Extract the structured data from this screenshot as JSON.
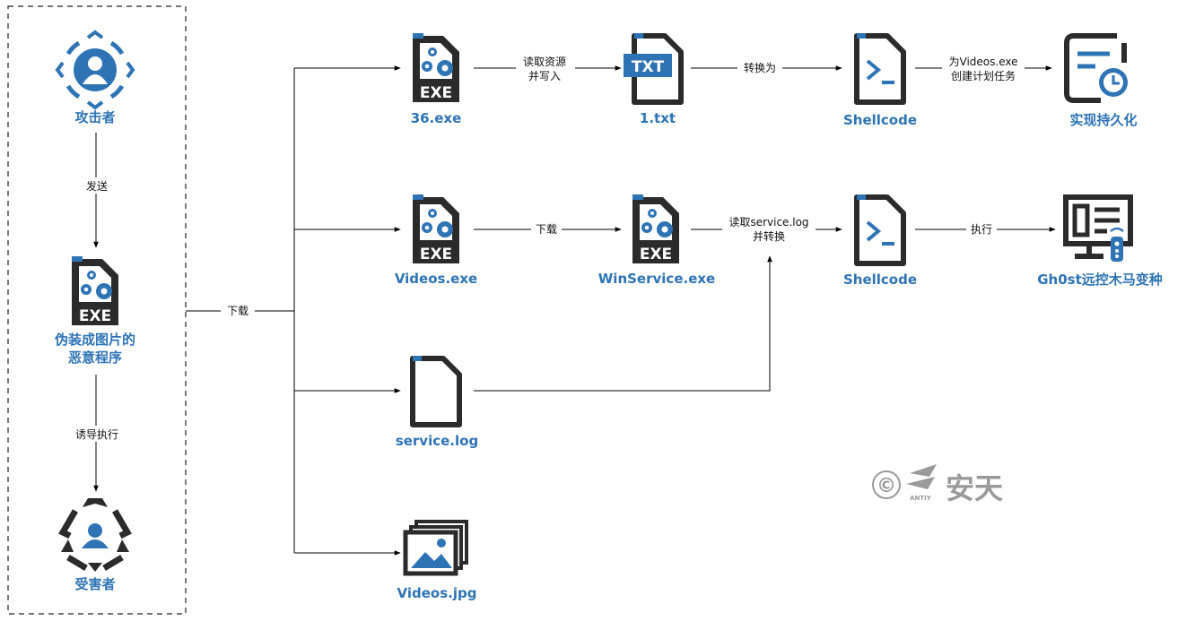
{
  "nodes": {
    "attacker": "攻击者",
    "malware": [
      "伪装成图片的",
      "恶意程序"
    ],
    "victim": "受害者",
    "exe36": "36.exe",
    "txt1": "1.txt",
    "shellcode1": "Shellcode",
    "persistence": "实现持久化",
    "videos_exe": "Videos.exe",
    "winservice": "WinService.exe",
    "shellcode2": "Shellcode",
    "gh0st": "Gh0st远控木马变种",
    "service_log": "service.log",
    "videos_jpg": "Videos.jpg"
  },
  "edges": {
    "send": "发送",
    "induce": "诱导执行",
    "download_main": "下载",
    "read_resource": [
      "读取资源",
      "并写入"
    ],
    "convert": "转换为",
    "schedule": [
      "为Videos.exe",
      "创建计划任务"
    ],
    "download2": "下载",
    "read_log": [
      "读取service.log",
      "并转换"
    ],
    "execute": "执行"
  },
  "icons": {
    "exe_badge": "EXE",
    "txt_badge": "TXT"
  },
  "watermark": {
    "text": "安天",
    "small": "ANTIY",
    "copyright": "©"
  },
  "colors": {
    "blue": "#2e74b5",
    "dark": "#2b2b2b",
    "line": "#000000"
  }
}
